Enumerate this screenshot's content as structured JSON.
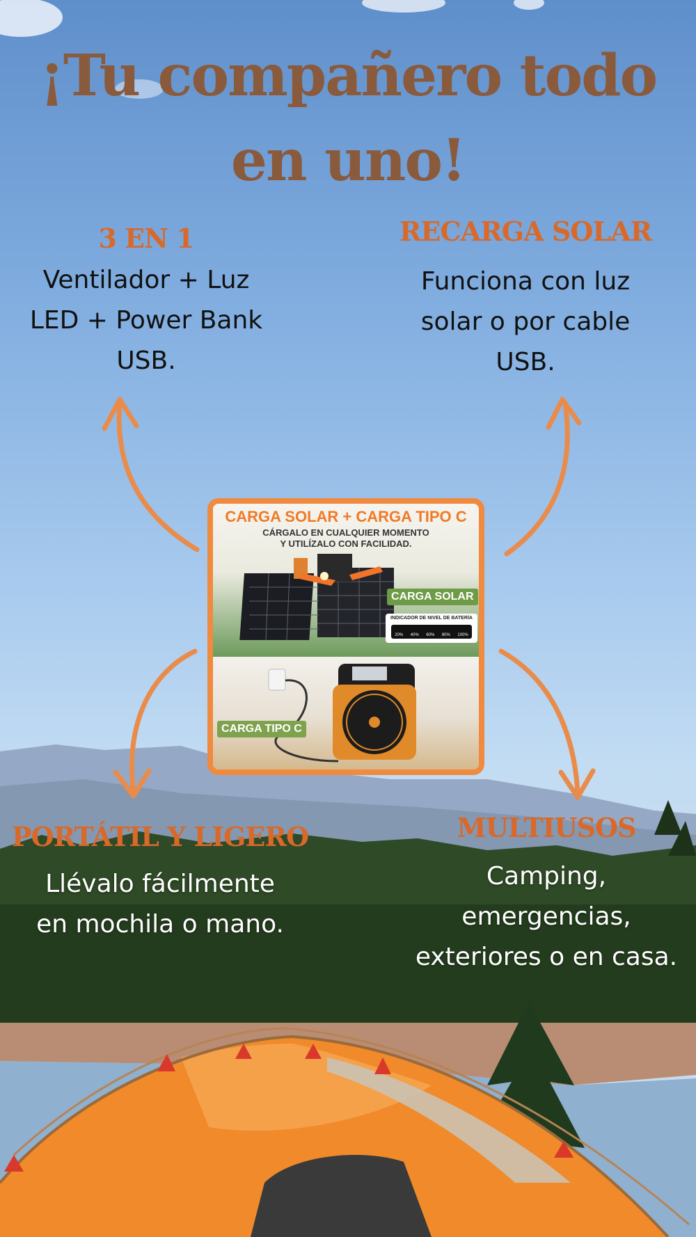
{
  "title_line1": "¡Tu compañero todo",
  "title_line2": "en uno!",
  "features": [
    {
      "heading": "3 EN 1",
      "lines": [
        "Ventilador + Luz",
        "LED + Power Bank",
        "USB."
      ]
    },
    {
      "heading": "RECARGA SOLAR",
      "lines": [
        "Funciona con luz",
        "solar o por cable",
        "USB."
      ]
    },
    {
      "heading": "PORTÁTIL Y LIGERO",
      "lines": [
        "Llévalo fácilmente",
        "en mochila o mano."
      ]
    },
    {
      "heading": "MULTIUSOS",
      "lines": [
        "Camping,",
        "emergencias,",
        "exteriores o en casa."
      ]
    }
  ],
  "product": {
    "heading": "CARGA SOLAR + CARGA TIPO C",
    "sub_line1": "CÁRGALO EN CUALQUIER MOMENTO",
    "sub_line2": "Y UTILÍZALO CON FACILIDAD.",
    "tag_solar": "CARGA SOLAR",
    "battery_label": "INDICADOR DE NIVEL DE BATERÍA",
    "battery_levels": [
      "20%",
      "40%",
      "60%",
      "80%",
      "100%"
    ],
    "tag_c": "CARGA TIPO C"
  },
  "colors": {
    "heading": "#d8692a",
    "title": "#8a5a3c",
    "frame": "#f08a3e",
    "arrow": "#e98c4b"
  }
}
